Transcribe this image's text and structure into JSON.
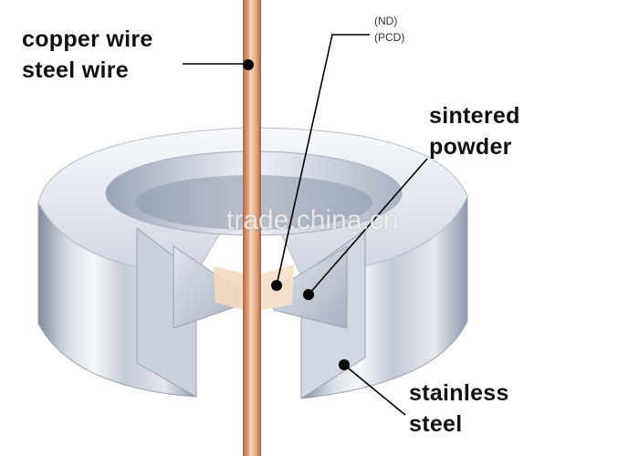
{
  "labels": {
    "copper_wire": "copper wire",
    "steel_wire": "steel wire",
    "nd": "(ND)",
    "pcd": "(PCD)",
    "sintered": "sintered",
    "powder": "powder",
    "stainless": "stainless",
    "steel": "steel"
  },
  "watermark": "trade.china.cn",
  "colors": {
    "wire": "#d99a72",
    "wire_highlight": "#f2c9ac",
    "wire_shadow": "#b0664a",
    "steel_light": "#eef1f6",
    "steel_mid": "#b9c1d0",
    "steel_dark": "#7c879a",
    "nib": "#f3d8bd",
    "leader": "#000000"
  }
}
